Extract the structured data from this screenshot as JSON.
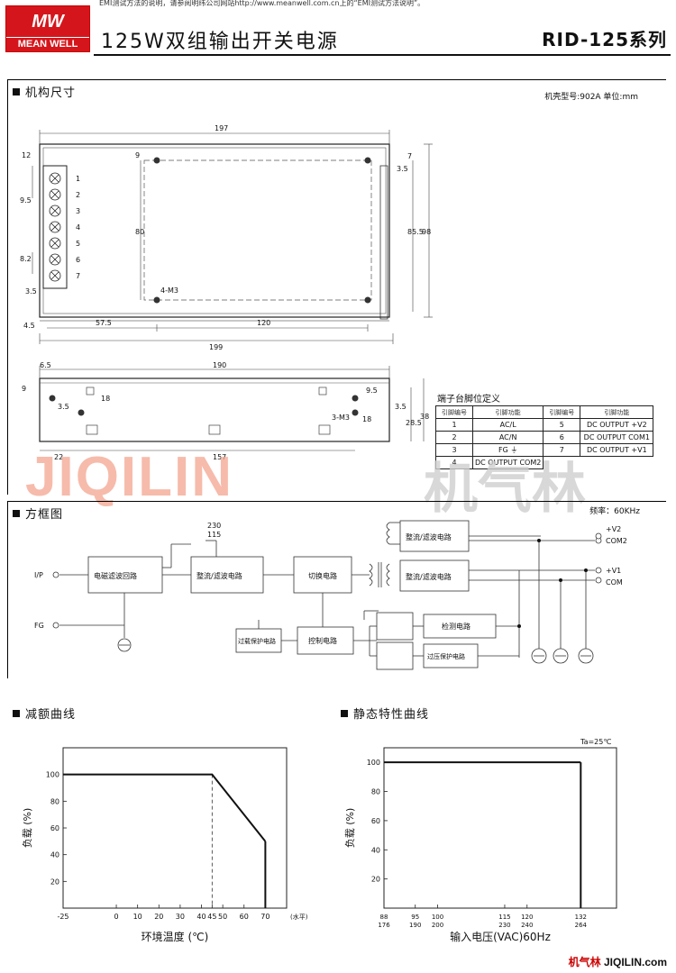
{
  "header": {
    "notice": "EMI测试方法的说明，请参阅明纬公司网站http://www.meanwell.com.cn上的“EMI测试方法说明”。",
    "logo_mw": "MW",
    "logo_name": "MEAN WELL",
    "title": "125W双组输出开关电源",
    "series": "RID-125系列"
  },
  "mechanical": {
    "section_title": "机构尺寸",
    "case_label": "机壳型号:902A 单位:mm",
    "top_view": {
      "width_top": "197",
      "width_bottom": "199",
      "hole_span": "120",
      "left_hole": "57.5",
      "left_margin": "4.5",
      "height_total": "98",
      "height_inner": "85.5",
      "hole_vert": "80",
      "top_offset": "12",
      "pitch": "9.5",
      "pitch2": "8.2",
      "slot": "3.5",
      "slot_top": "7",
      "corner": "9",
      "diam": "3.5",
      "screw": "4-M3",
      "terminals": [
        "1",
        "2",
        "3",
        "4",
        "5",
        "6",
        "7"
      ]
    },
    "side_view": {
      "width": "190",
      "left_offset": "6.5",
      "span": "157",
      "left_hole": "22",
      "height": "38",
      "h2": "28.5",
      "h3": "3.5",
      "top": "9",
      "hole_h": "18",
      "hole_h2": "18",
      "hole_r": "9.5",
      "screw": "3-M3",
      "diam": "3.5"
    }
  },
  "pins": {
    "title": "端子台脚位定义",
    "headers": [
      "引脚编号",
      "引脚功能",
      "引脚编号",
      "引脚功能"
    ],
    "rows": [
      [
        "1",
        "AC/L",
        "5",
        "DC OUTPUT +V2"
      ],
      [
        "2",
        "AC/N",
        "6",
        "DC OUTPUT COM1"
      ],
      [
        "3",
        "FG ⏚",
        "7",
        "DC OUTPUT +V1"
      ],
      [
        "4",
        "DC OUTPUT COM2",
        "",
        ""
      ]
    ]
  },
  "watermark": {
    "latin": "JIQILIN",
    "cn": "机气林"
  },
  "block": {
    "section_title": "方框图",
    "freq": "频率：60KHz",
    "ip": "I/P",
    "fg": "FG",
    "emi": "电磁滤波回路",
    "rect1": "整流/滤波电路",
    "switch": "切换电路",
    "rect_v2": "整流/滤波电路",
    "rect_v1": "整流/滤波电路",
    "control": "控制电路",
    "detect": "检测电路",
    "olp": "过载保护电路",
    "ovp": "过压保护电路",
    "sel_230": "230",
    "sel_115": "115",
    "v2": "+V2",
    "com2": "COM2",
    "v1": "+V1",
    "com": "COM"
  },
  "derating": {
    "section_title": "减额曲线",
    "ylabel": "负载 (%)",
    "xlabel": "环境温度 (℃)",
    "xunit": "(水平)",
    "chart_data": {
      "type": "line",
      "x": [
        -25,
        45,
        70
      ],
      "y": [
        100,
        100,
        50
      ],
      "xticks": [
        "-25",
        "0",
        "10",
        "20",
        "30",
        "40",
        "45",
        "50",
        "60",
        "70"
      ],
      "yticks": [
        "20",
        "40",
        "60",
        "80",
        "100"
      ],
      "xlabel": "环境温度 (℃)",
      "ylabel": "负载 (%)",
      "annotation": "(水平)",
      "ylim": [
        0,
        120
      ],
      "xlim": [
        -25,
        80
      ]
    }
  },
  "static": {
    "section_title": "静态特性曲线",
    "note": "Ta=25℃",
    "ylabel": "负载 (%)",
    "xlabel": "输入电压(VAC)60Hz",
    "chart_data": {
      "type": "line",
      "x": [
        88,
        132
      ],
      "y": [
        100,
        100
      ],
      "xticks_top": [
        "88",
        "95",
        "100",
        "115",
        "120",
        "132"
      ],
      "xticks_bottom": [
        "176",
        "190",
        "200",
        "230",
        "240",
        "264"
      ],
      "yticks": [
        "20",
        "40",
        "60",
        "80",
        "100"
      ],
      "xlabel": "输入电压(VAC)60Hz",
      "ylabel": "负载 (%)",
      "annotation": "Ta=25℃",
      "ylim": [
        0,
        110
      ],
      "xlim": [
        88,
        140
      ]
    }
  },
  "footer": {
    "cn": "机气林",
    "url": "JIQILIN.com"
  }
}
